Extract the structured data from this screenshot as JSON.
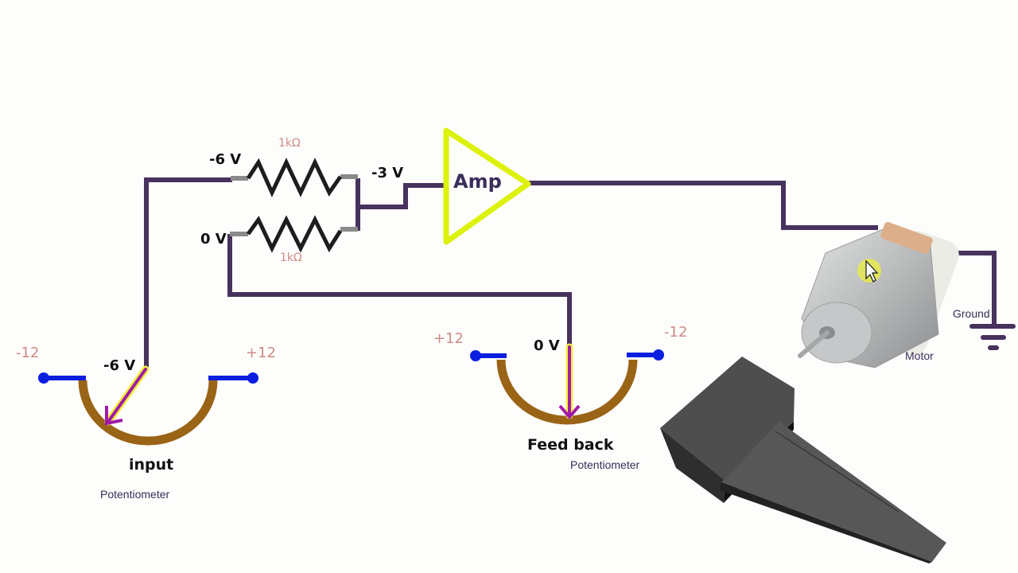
{
  "colors": {
    "wire": "#47325e",
    "amp_outline": "#dcf20c",
    "track": "#9a6416",
    "terminal": "#0a1ee0",
    "wiper": "#a01aa8",
    "wiper_glow": "#f3f03c",
    "resistor": "#1d1d1d",
    "rail_label": "#d08a86",
    "cursor_highlight": "#e6ea4e"
  },
  "resistors": [
    {
      "label": "1kΩ",
      "input_voltage": "-6 V"
    },
    {
      "label": "1kΩ",
      "input_voltage": "0 V"
    }
  ],
  "junction_voltage": "-3 V",
  "amplifier": {
    "label": "Amp"
  },
  "input_pot": {
    "name": "input",
    "type": "Potentiometer",
    "left_rail": "-12",
    "right_rail": "+12",
    "wiper_voltage": "-6 V"
  },
  "feedback_pot": {
    "name": "Feed back",
    "type": "Potentiometer",
    "left_rail": "+12",
    "right_rail": "-12",
    "wiper_voltage": "0 V"
  },
  "motor": {
    "label": "Motor"
  },
  "ground": {
    "label": "Ground"
  }
}
